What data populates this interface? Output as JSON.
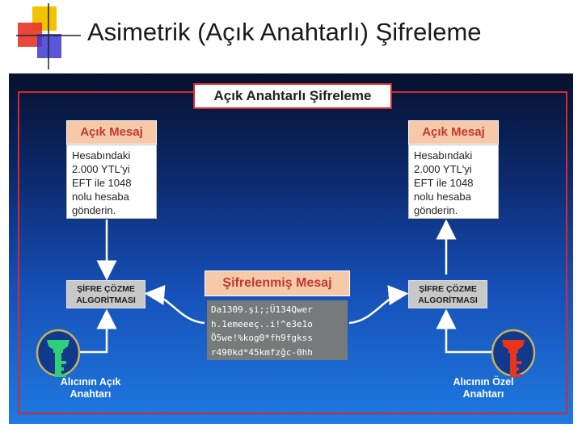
{
  "slide": {
    "title": "Asimetrik (Açık Anahtarlı) Şifreleme"
  },
  "diagram": {
    "title": "Açık Anahtarlı Şifreleme",
    "plain_message_left": {
      "heading": "Açık Mesaj",
      "lines": [
        "Hesabındaki",
        "2.000 YTL'yi",
        "EFT ile 1048",
        "nolu hesaba",
        "gönderin."
      ]
    },
    "plain_message_right": {
      "heading": "Açık Mesaj",
      "lines": [
        "Hesabındaki",
        "2.000 YTL'yi",
        "EFT ile 1048",
        "nolu hesaba",
        "gönderin."
      ]
    },
    "algorithm_left": {
      "line1": "ŞİFRE ÇÖZME",
      "line2": "ALGORİTMASI"
    },
    "algorithm_right": {
      "line1": "ŞİFRE ÇÖZME",
      "line2": "ALGORİTMASI"
    },
    "encrypted": {
      "heading": "Şifrelenmiş Mesaj",
      "lines": [
        "Da1309.şi;;Ü134Qwer",
        "h.1emeeeç..i!^e3e1o",
        "Ö5we!%kog0*fh9fgkss",
        "r490kd*45kmfzğc-0hh"
      ]
    },
    "key_left": {
      "line1": "Alıcının Açık",
      "line2": "Anahtarı",
      "color": "#2fcf7a"
    },
    "key_right": {
      "line1": "Alıcının Özel",
      "line2": "Anahtarı",
      "color": "#e8341c"
    },
    "colors": {
      "frame": "#d42a2a",
      "heading_fill": "#f6c9a8",
      "heading_text": "#c0392b",
      "algorithm_fill": "#c8c8c8",
      "cipher_fill": "#777a7a"
    }
  }
}
